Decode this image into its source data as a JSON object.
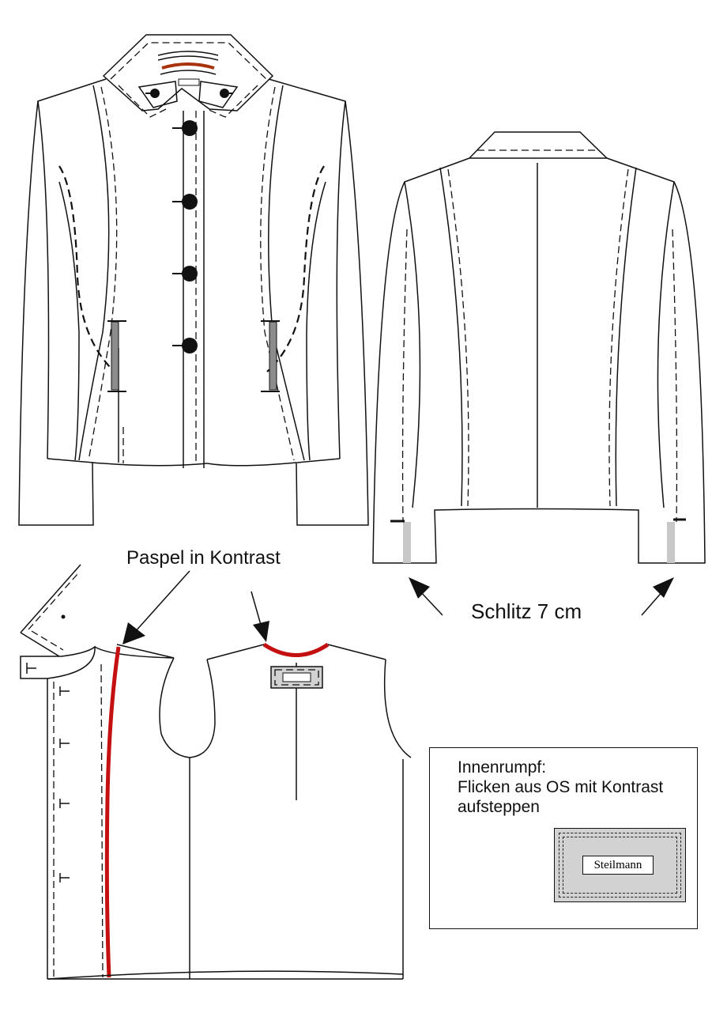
{
  "annotations": {
    "paspel": "Paspel in Kontrast",
    "schlitz": "Schlitz 7 cm"
  },
  "note": {
    "line1": "Innenrumpf:",
    "line2": "Flicken aus OS mit  Kontrast",
    "line3": "aufsteppen"
  },
  "brand_label": "Steilmann",
  "colors": {
    "contrast_piping": "#c41010",
    "patch_fill": "#d2d2d2",
    "pocket_fill": "#8c8c8c",
    "slit_fill": "#c8c8c8"
  }
}
